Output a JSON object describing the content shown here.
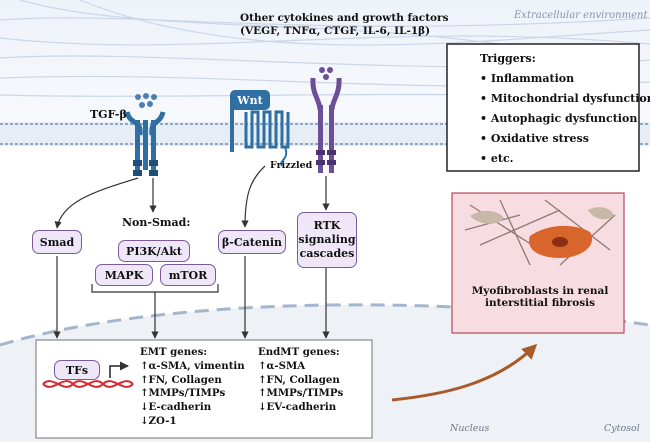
{
  "environment": {
    "extracellular": "Extracellular environment",
    "nucleus": "Nucleus",
    "cytosol": "Cytosol"
  },
  "receptors": {
    "tgfb": "TGF-β",
    "wnt": "Wnt",
    "frizzled": "Frizzled",
    "other_line1": "Other cytokines and growth factors",
    "other_line2": "(VEGF, TNFα, CTGF, IL-6, IL-1β)"
  },
  "triggers": {
    "title": "Triggers:",
    "items": [
      "• Inflammation",
      "• Mitochondrial dysfunction",
      "• Autophagic dysfunction",
      "• Oxidative stress",
      "• etc."
    ]
  },
  "pathways": {
    "smad": "Smad",
    "non_smad": "Non-Smad:",
    "pi3k": "PI3K/Akt",
    "mapk": "MAPK",
    "mtor": "mTOR",
    "catenin": "β-Catenin",
    "rtk": "RTK signaling cascades"
  },
  "myofibroblast": {
    "caption": "Myofibroblasts in renal interstitial fibrosis"
  },
  "nucleus_box": {
    "tfs": "TFs",
    "emt_title": "EMT genes:",
    "emt_items": [
      "↑α-SMA, vimentin",
      "↑FN, Collagen",
      "↑MMPs/TIMPs",
      "↓E-cadherin",
      "↓ZO-1"
    ],
    "endmt_title": "EndMT genes:",
    "endmt_items": [
      "↑α-SMA",
      "↑FN, Collagen",
      "↑MMPs/TIMPs",
      "↓EV-cadherin"
    ]
  },
  "colors": {
    "receptor_blue": "#2f6fa3",
    "receptor_purple": "#6b4f99",
    "pill_border": "#7a5a9c",
    "pill_fill": "#efe6f7",
    "arrow_brown": "#a85a2a",
    "bolt": "#f2b11d",
    "dna_red": "#d7262e"
  }
}
